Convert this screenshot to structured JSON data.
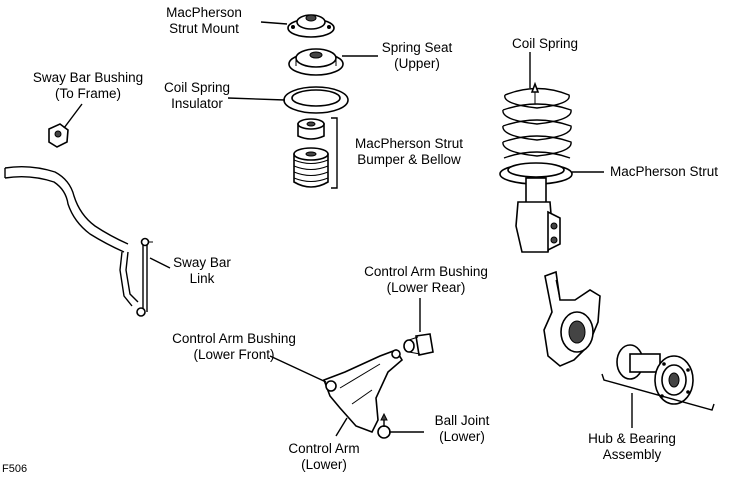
{
  "labels": {
    "strut_mount": [
      "MacPherson",
      "Strut Mount"
    ],
    "spring_seat": [
      "Spring Seat",
      "(Upper)"
    ],
    "coil_spring": [
      "Coil Spring"
    ],
    "sway_bar_bushing": [
      "Sway Bar Bushing",
      "(To Frame)"
    ],
    "coil_spring_insulator": [
      "Coil Spring",
      "Insulator"
    ],
    "bumper_bellow": [
      "MacPherson Strut",
      "Bumper & Bellow"
    ],
    "macpherson_strut": [
      "MacPherson Strut"
    ],
    "sway_bar_link": [
      "Sway Bar",
      "Link"
    ],
    "control_arm_bushing_rear": [
      "Control Arm Bushing",
      "(Lower Rear)"
    ],
    "control_arm_bushing_front": [
      "Control Arm Bushing",
      "(Lower Front)"
    ],
    "ball_joint": [
      "Ball Joint",
      "(Lower)"
    ],
    "hub_bearing": [
      "Hub & Bearing",
      "Assembly"
    ],
    "control_arm": [
      "Control Arm",
      "(Lower)"
    ]
  },
  "figure_code": "F506",
  "icons": {
    "strut_mount": "strut-mount-icon",
    "spring_seat": "spring-seat-icon",
    "insulator": "insulator-ring-icon",
    "bumper": "bumper-icon",
    "bellow": "bellow-icon",
    "coil_spring": "coil-spring-icon",
    "strut": "strut-icon",
    "knuckle": "steering-knuckle-icon",
    "hub": "hub-bearing-icon",
    "sway_bar": "sway-bar-icon",
    "sway_bushing": "sway-bar-bushing-icon",
    "link": "sway-bar-link-icon",
    "control_arm": "control-arm-icon",
    "arm_bushing": "control-arm-bushing-icon",
    "ball_joint": "ball-joint-icon"
  }
}
